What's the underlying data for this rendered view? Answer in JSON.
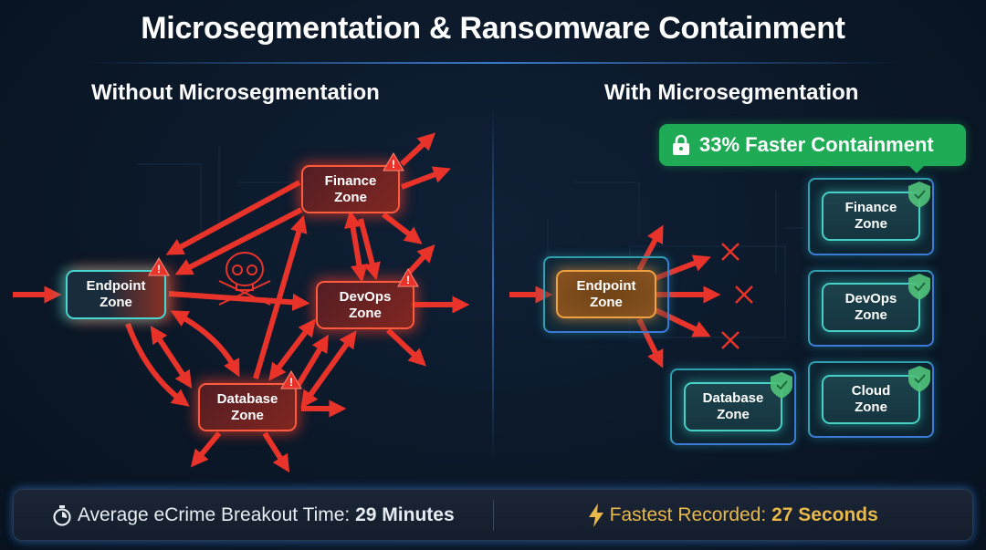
{
  "title": "Microsegmentation & Ransomware Containment",
  "left_panel": {
    "heading": "Without Microsegmentation",
    "zones": [
      {
        "name": "Endpoint",
        "label_line1": "Endpoint",
        "label_line2": "Zone",
        "status": "alert"
      },
      {
        "name": "Finance",
        "label_line1": "Finance",
        "label_line2": "Zone",
        "status": "alert"
      },
      {
        "name": "DevOps",
        "label_line1": "DevOps",
        "label_line2": "Zone",
        "status": "alert"
      },
      {
        "name": "Database",
        "label_line1": "Database",
        "label_line2": "Zone",
        "status": "alert"
      }
    ],
    "center_icon": "skull-crossbones-icon",
    "status_icon": "warning-triangle-icon"
  },
  "right_panel": {
    "heading": "With Microsegmentation",
    "badge": {
      "icon": "lock-icon",
      "text": "33% Faster Containment",
      "color": "#1faa55"
    },
    "source_zone": {
      "label_line1": "Endpoint",
      "label_line2": "Zone"
    },
    "zones": [
      {
        "name": "Finance",
        "label_line1": "Finance",
        "label_line2": "Zone",
        "status": "protected"
      },
      {
        "name": "DevOps",
        "label_line1": "DevOps",
        "label_line2": "Zone",
        "status": "protected"
      },
      {
        "name": "Database",
        "label_line1": "Database",
        "label_line2": "Zone",
        "status": "protected"
      },
      {
        "name": "Cloud",
        "label_line1": "Cloud",
        "label_line2": "Zone",
        "status": "protected"
      }
    ],
    "blocked_icon": "x-mark-icon",
    "status_icon": "shield-check-icon"
  },
  "footer": {
    "left": {
      "icon": "stopwatch-icon",
      "label": "Average eCrime Breakout Time:",
      "value": "29 Minutes"
    },
    "right": {
      "icon": "lightning-icon",
      "label": "Fastest Recorded:",
      "value": "27 Seconds",
      "color": "#e8b84a"
    }
  },
  "colors": {
    "background": "#0b1828",
    "threat_red": "#e8332a",
    "alert_border": "#ff5a3c",
    "safe_teal": "#46d1c4",
    "shield_green": "#4fc07a",
    "endpoint_orange": "#f0a142"
  }
}
